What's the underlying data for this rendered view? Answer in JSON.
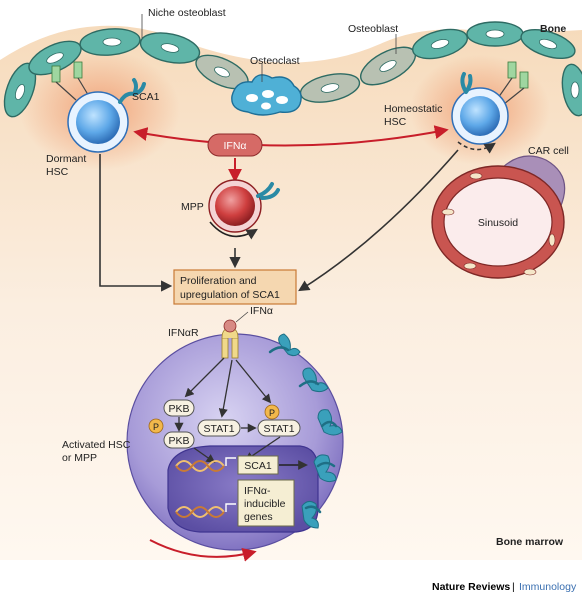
{
  "labels": {
    "niche_osteoblast": "Niche osteoblast",
    "osteoblast": "Osteoblast",
    "bone": "Bone",
    "osteoclast": "Osteoclast",
    "sca1": "SCA1",
    "dormant_hsc_line1": "Dormant",
    "dormant_hsc_line2": "HSC",
    "homeostatic_hsc_line1": "Homeostatic",
    "homeostatic_hsc_line2": "HSC",
    "ifna_top": "IFNα",
    "car_cell": "CAR cell",
    "mpp": "MPP",
    "sinusoid": "Sinusoid",
    "proliferation_line1": "Proliferation and",
    "proliferation_line2": "upregulation of SCA1",
    "ifnar": "IFNαR",
    "ifna_receptor": "IFNα",
    "pkb_top": "PKB",
    "p_left": "P",
    "pkb_bottom": "PKB",
    "stat1_left": "STAT1",
    "p_right": "P",
    "stat1_right": "STAT1",
    "activated_line1": "Activated HSC",
    "activated_line2": "or MPP",
    "sca1_gene": "SCA1",
    "ifn_genes_line1": "IFNα-",
    "ifn_genes_line2": "inducible",
    "ifn_genes_line3": "genes",
    "bone_marrow": "Bone marrow",
    "journal": "Nature Reviews",
    "separator": "|",
    "section": "Immunology"
  },
  "colors": {
    "osteoblast_teal": "#5fb5a8",
    "osteoblast_grey": "#b8c1b2",
    "osteoclast_blue": "#4fb0d6",
    "hsc_blue": "#3d8fd6",
    "mpp_red": "#c83a3a",
    "sinusoid_red": "#c95550",
    "car_purple": "#a98fb8",
    "activated_purple": "#9b8fd0",
    "arrow_red": "#c81e2a",
    "box_fill": "#f5d7b0",
    "box_stroke": "#c97a35",
    "journal_blue": "#3a6fb0"
  }
}
